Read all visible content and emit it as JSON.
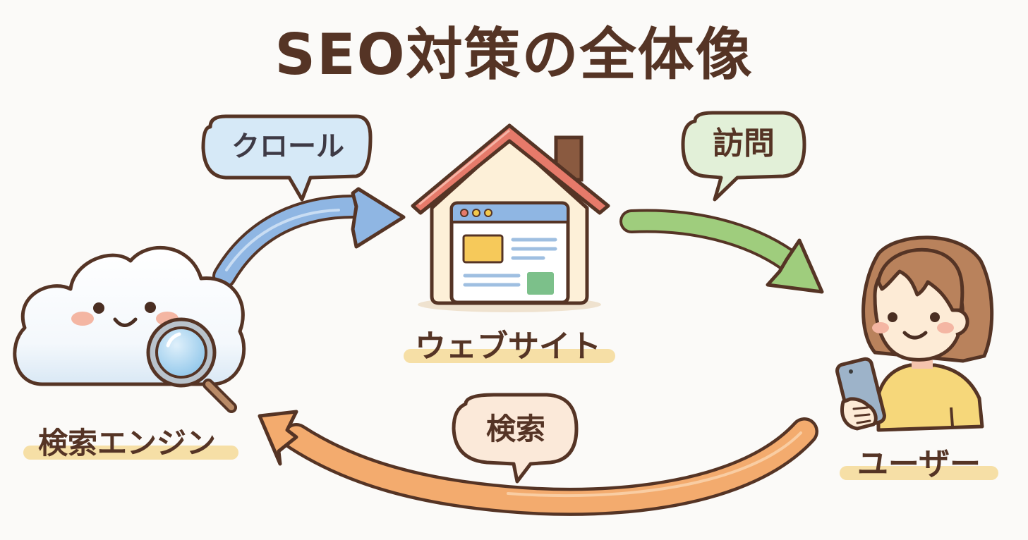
{
  "title": "SEO対策の全体像",
  "colors": {
    "background": "#fbfaf8",
    "outline": "#553425",
    "crawl_arrow": "#8fb6e3",
    "visit_arrow": "#9fcd7d",
    "search_arrow": "#f3ab6e",
    "roof": "#e67a6a",
    "label_highlight": "#f6dfa6"
  },
  "nodes": {
    "search_engine": {
      "label": "検索エンジン",
      "icon": "cloud-with-magnifier-icon"
    },
    "website": {
      "label": "ウェブサイト",
      "icon": "house-with-browser-icon"
    },
    "user": {
      "label": "ユーザー",
      "icon": "user-with-phone-icon"
    }
  },
  "edges": [
    {
      "from": "search_engine",
      "to": "website",
      "label": "クロール",
      "color": "#8fb6e3"
    },
    {
      "from": "website",
      "to": "user",
      "label": "訪問",
      "color": "#9fcd7d"
    },
    {
      "from": "user",
      "to": "search_engine",
      "label": "検索",
      "color": "#f3ab6e"
    }
  ]
}
